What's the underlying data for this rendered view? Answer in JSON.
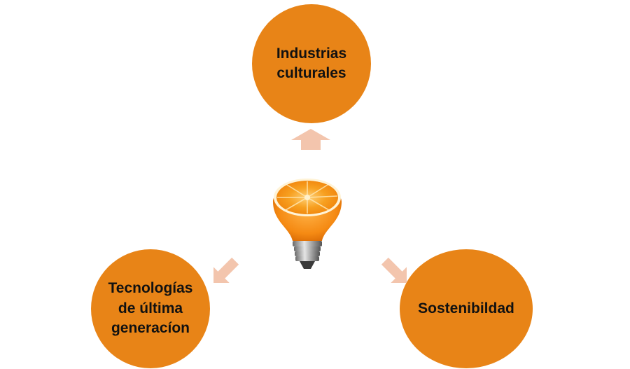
{
  "colors": {
    "node_fill": "#e88417",
    "arrow_fill": "#f3c5ad",
    "text": "#111111"
  },
  "center": {
    "icon": "orange-lightbulb-icon"
  },
  "nodes": {
    "top": {
      "label": "Industrias\nculturales"
    },
    "left": {
      "label": "Tecnologías\nde última\ngeneracíon"
    },
    "right": {
      "label": "Sostenibildad"
    }
  },
  "arrows": [
    {
      "direction": "up"
    },
    {
      "direction": "down-left"
    },
    {
      "direction": "down-right"
    }
  ]
}
